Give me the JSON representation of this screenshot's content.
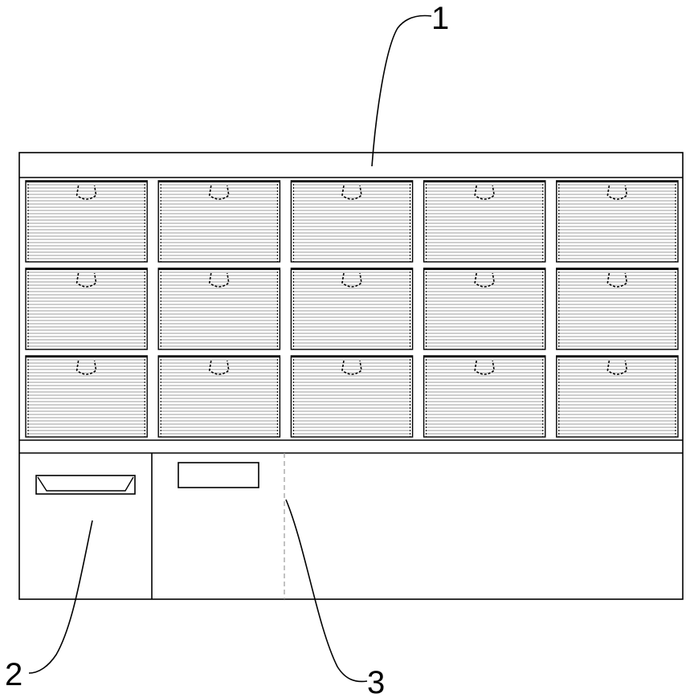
{
  "callouts": [
    {
      "id": "1",
      "label": "1"
    },
    {
      "id": "2",
      "label": "2"
    },
    {
      "id": "3",
      "label": "3"
    }
  ],
  "drawer_grid": {
    "columns": 5,
    "rows": 3
  },
  "colors": {
    "stroke": "#000000",
    "stripe": "#bdbdbd",
    "background": "#ffffff",
    "guide": "#9a9a9a"
  }
}
